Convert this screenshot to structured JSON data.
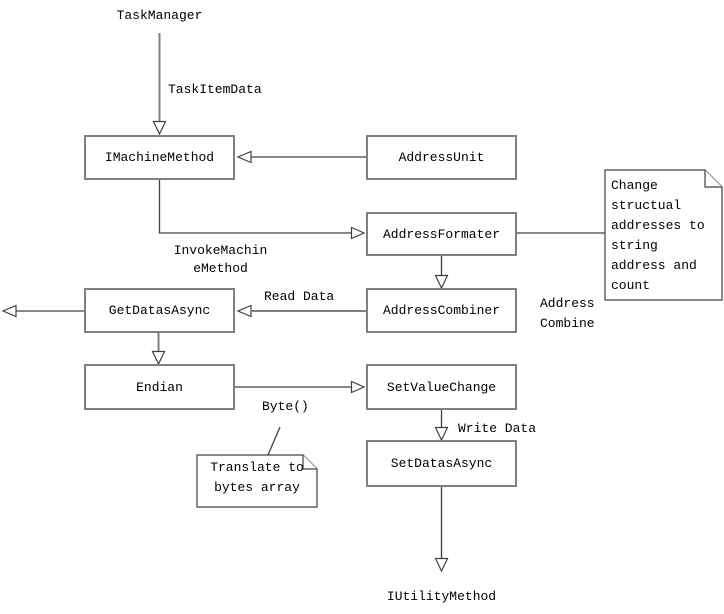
{
  "diagram": {
    "nodes": {
      "taskManager": "TaskManager",
      "iMachineMethod": "IMachineMethod",
      "addressUnit": "AddressUnit",
      "addressFormater": "AddressFormater",
      "addressCombiner": "AddressCombiner",
      "getDatasAsync": "GetDatasAsync",
      "endian": "Endian",
      "setValueChange": "SetValueChange",
      "setDatasAsync": "SetDatasAsync",
      "iUtilityMethod": "IUtilityMethod"
    },
    "edge_labels": {
      "task_item_data": "TaskItemData",
      "invoke_machine_method": "InvokeMachin\neMethod",
      "read_data": "Read Data",
      "address_combine": "Address\nCombine",
      "byte": "Byte()",
      "write_data": "Write Data"
    },
    "notes": {
      "change_structural": "Change\nstructual\naddresses to\nstring\naddress and\ncount",
      "translate_bytes": "Translate to\nbytes array"
    },
    "colors": {
      "background": "#ffffff",
      "box_border": "#808080",
      "connector": "#404040",
      "connector_gray": "#808080",
      "text": "#000000"
    }
  }
}
